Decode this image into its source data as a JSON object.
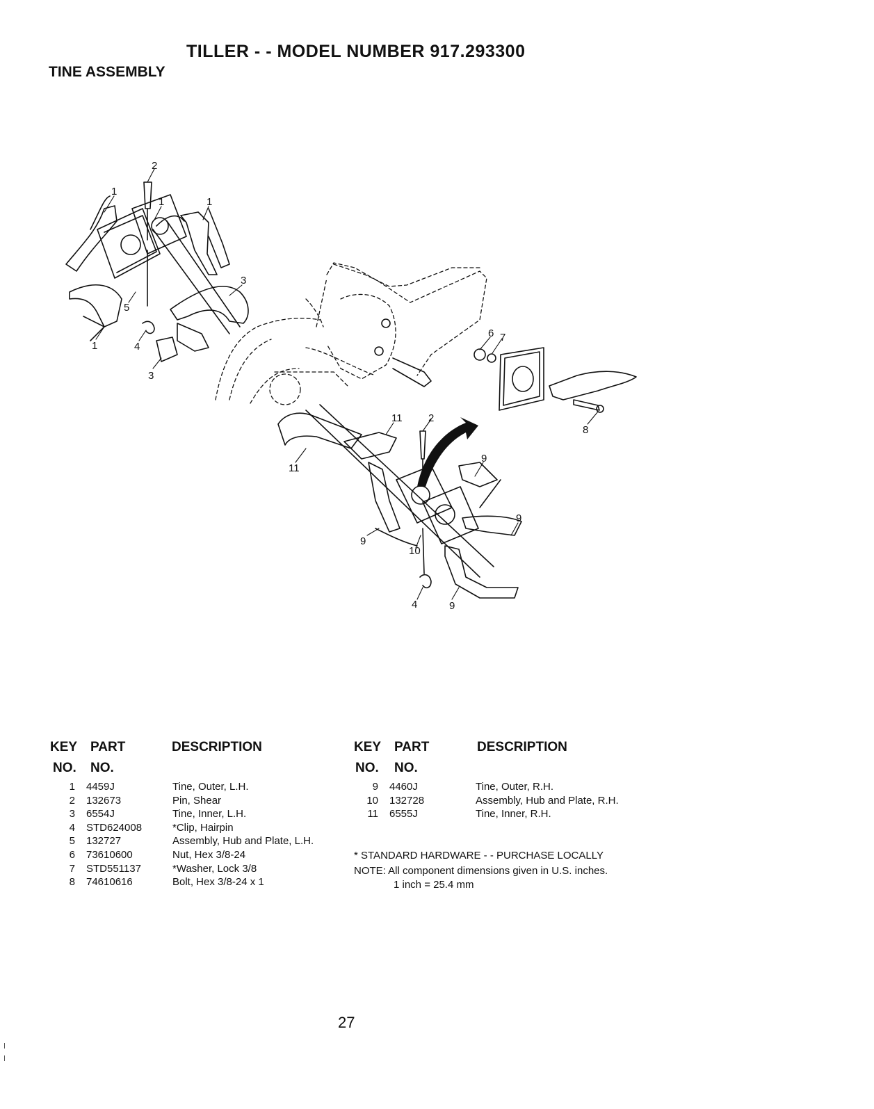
{
  "header": {
    "title": "TILLER - - MODEL NUMBER 917.293300",
    "section": "TINE ASSEMBLY"
  },
  "diagram": {
    "callouts": [
      "2",
      "1",
      "1",
      "1",
      "3",
      "5",
      "4",
      "1",
      "3",
      "6",
      "7",
      "8",
      "11",
      "2",
      "11",
      "9",
      "9",
      "9",
      "10",
      "4",
      "9"
    ]
  },
  "table": {
    "headers": {
      "key": "KEY",
      "part": "PART",
      "description": "DESCRIPTION",
      "key2": "NO.",
      "part2": "NO."
    },
    "left": [
      {
        "key": "1",
        "part": "4459J",
        "description": "Tine, Outer, L.H."
      },
      {
        "key": "2",
        "part": "132673",
        "description": "Pin, Shear"
      },
      {
        "key": "3",
        "part": "6554J",
        "description": "Tine, Inner, L.H."
      },
      {
        "key": "4",
        "part": "STD624008",
        "description": "*Clip, Hairpin"
      },
      {
        "key": "5",
        "part": "132727",
        "description": "Assembly, Hub and Plate, L.H."
      },
      {
        "key": "6",
        "part": "73610600",
        "description": "Nut, Hex 3/8-24"
      },
      {
        "key": "7",
        "part": "STD551137",
        "description": "*Washer, Lock 3/8"
      },
      {
        "key": "8",
        "part": "74610616",
        "description": "Bolt, Hex 3/8-24 x 1"
      }
    ],
    "right": [
      {
        "key": "9",
        "part": "4460J",
        "description": "Tine, Outer, R.H."
      },
      {
        "key": "10",
        "part": "132728",
        "description": "Assembly, Hub and Plate, R.H."
      },
      {
        "key": "11",
        "part": "6555J",
        "description": "Tine, Inner, R.H."
      }
    ]
  },
  "notes": {
    "standard": "* STANDARD HARDWARE - - PURCHASE LOCALLY",
    "note": "NOTE:  All component dimensions given in U.S. inches.",
    "conversion": "1 inch = 25.4 mm"
  },
  "footer": {
    "page_number": "27"
  }
}
